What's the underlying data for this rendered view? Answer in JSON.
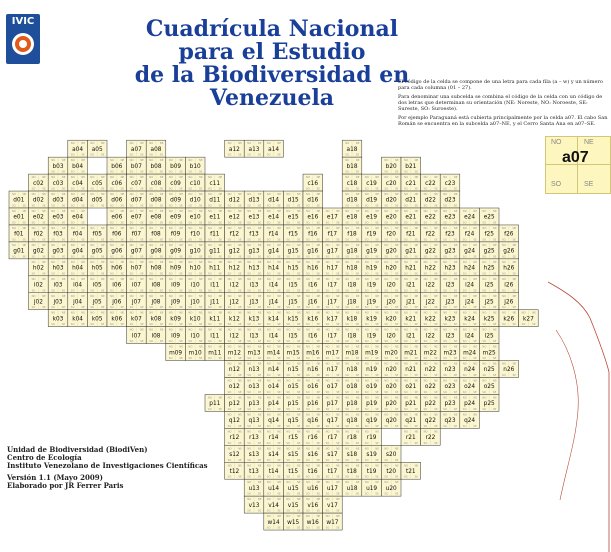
{
  "logo": {
    "text": "IVIC",
    "color": "#1f4f9a"
  },
  "title": {
    "line1": "Cuadrícula Nacional para el Estudio",
    "line2": "de la Biodiversidad en Venezuela"
  },
  "description": [
    "El código de la celda se compone de una letra para cada fila (a – w) y un número para cada columna (01 – 27).",
    "Para denominar una subcelda se combina el código de la celda con un código de dos letras que determinan su orientación (NE: Noreste, NO: Noroeste, SE: Sureste, SO: Suroeste).",
    "Por ejemplo Paraguaná está cubierta principalmente por la celda a07. El cabo San Román se encuentra en la subcelda a07–NE, y el Cerro Santa Ana en a07–SE."
  ],
  "legend": {
    "cell": "a07",
    "ne": "NE",
    "no": "NO",
    "se": "SE",
    "so": "SO"
  },
  "subcell_labels": [
    "NO",
    "NE",
    "SO",
    "SE"
  ],
  "colors": {
    "cell_fill": "#fbf6cf",
    "cell_border": "#333333",
    "title": "#1a3f99",
    "coast": "#b94a3a"
  },
  "grid": {
    "rows": [
      {
        "r": "a",
        "ranges": [
          [
            4,
            5
          ],
          [
            7,
            8
          ],
          [
            12,
            14
          ],
          [
            18,
            18
          ]
        ]
      },
      {
        "r": "b",
        "ranges": [
          [
            3,
            4
          ],
          [
            6,
            10
          ],
          [
            18,
            18
          ],
          [
            20,
            21
          ]
        ]
      },
      {
        "r": "c",
        "ranges": [
          [
            2,
            11
          ],
          [
            16,
            16
          ],
          [
            18,
            23
          ]
        ]
      },
      {
        "r": "d",
        "ranges": [
          [
            1,
            16
          ],
          [
            18,
            23
          ]
        ]
      },
      {
        "r": "e",
        "ranges": [
          [
            1,
            4
          ],
          [
            6,
            25
          ]
        ]
      },
      {
        "r": "f",
        "ranges": [
          [
            1,
            26
          ]
        ]
      },
      {
        "r": "g",
        "ranges": [
          [
            1,
            26
          ]
        ]
      },
      {
        "r": "h",
        "ranges": [
          [
            2,
            26
          ]
        ]
      },
      {
        "r": "i",
        "ranges": [
          [
            2,
            26
          ]
        ]
      },
      {
        "r": "j",
        "ranges": [
          [
            2,
            26
          ]
        ]
      },
      {
        "r": "k",
        "ranges": [
          [
            3,
            27
          ]
        ]
      },
      {
        "r": "l",
        "ranges": [
          [
            7,
            25
          ]
        ]
      },
      {
        "r": "m",
        "ranges": [
          [
            9,
            25
          ]
        ]
      },
      {
        "r": "n",
        "ranges": [
          [
            12,
            26
          ]
        ]
      },
      {
        "r": "o",
        "ranges": [
          [
            12,
            25
          ]
        ]
      },
      {
        "r": "p",
        "ranges": [
          [
            11,
            25
          ]
        ]
      },
      {
        "r": "q",
        "ranges": [
          [
            12,
            24
          ]
        ]
      },
      {
        "r": "r",
        "ranges": [
          [
            12,
            19
          ],
          [
            21,
            22
          ]
        ]
      },
      {
        "r": "s",
        "ranges": [
          [
            12,
            20
          ]
        ]
      },
      {
        "r": "t",
        "ranges": [
          [
            12,
            21
          ]
        ]
      },
      {
        "r": "u",
        "ranges": [
          [
            13,
            20
          ]
        ]
      },
      {
        "r": "v",
        "ranges": [
          [
            13,
            17
          ]
        ]
      },
      {
        "r": "w",
        "ranges": [
          [
            14,
            17
          ]
        ]
      }
    ]
  },
  "credits": {
    "unit": "Unidad de Biodiversidad (BiodiVen)",
    "center": "Centro de Ecología",
    "institute": "Instituto Venezolano de Investigaciones Científicas",
    "version": "Versión 1.1 (Mayo 2009)",
    "author": "Elaborado por JR Ferrer Paris"
  }
}
